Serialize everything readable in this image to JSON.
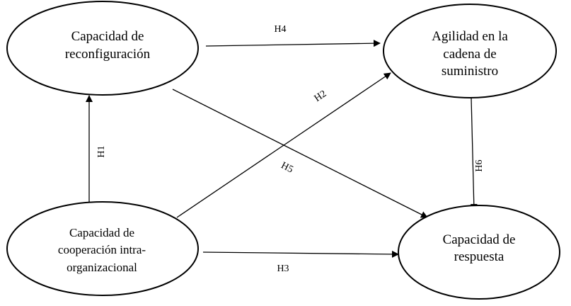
{
  "nodes": {
    "reconfiguracion": {
      "lines": [
        "Capacidad de",
        "reconfiguración"
      ]
    },
    "agilidad": {
      "lines": [
        "Agilidad en la",
        "cadena de",
        "suministro"
      ]
    },
    "cooperacion": {
      "lines": [
        "Capacidad de",
        "cooperación intra-",
        "organizacional"
      ]
    },
    "respuesta": {
      "lines": [
        "Capacidad de",
        "respuesta"
      ]
    }
  },
  "edges": [
    {
      "id": "H1",
      "label": "H1",
      "from": "cooperacion",
      "to": "reconfiguracion"
    },
    {
      "id": "H2",
      "label": "H2",
      "from": "cooperacion",
      "to": "agilidad"
    },
    {
      "id": "H3",
      "label": "H3",
      "from": "cooperacion",
      "to": "respuesta"
    },
    {
      "id": "H4",
      "label": "H4",
      "from": "reconfiguracion",
      "to": "agilidad"
    },
    {
      "id": "H5",
      "label": "H5",
      "from": "reconfiguracion",
      "to": "respuesta"
    },
    {
      "id": "H6",
      "label": "H6",
      "from": "agilidad",
      "to": "respuesta"
    }
  ]
}
